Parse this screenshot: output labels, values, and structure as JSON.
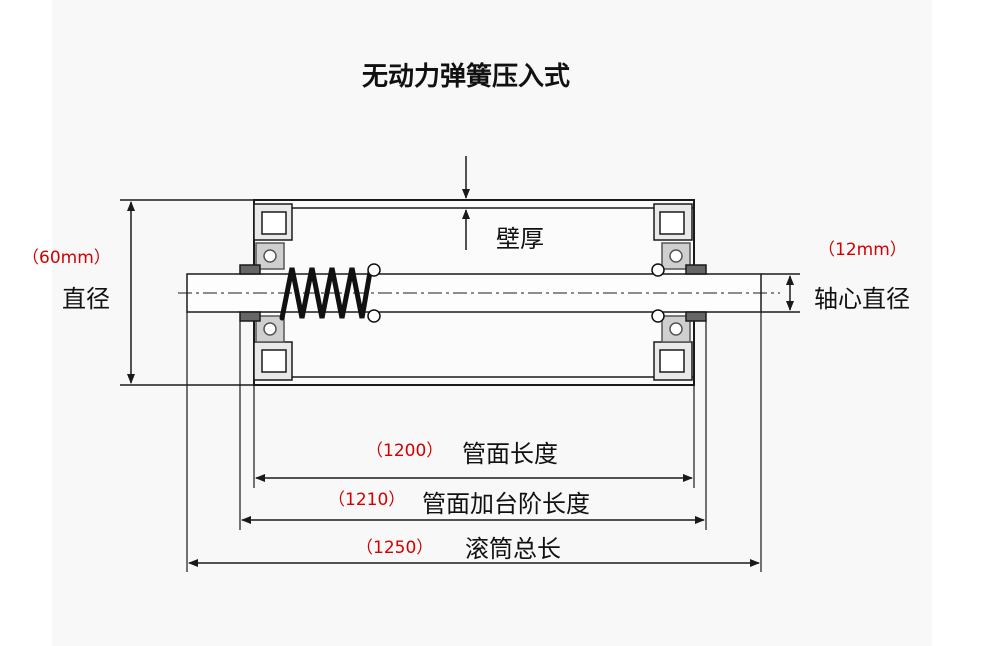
{
  "title": "无动力弹簧压入式",
  "labels": {
    "diameter": "直径",
    "diameter_value": "（60mm）",
    "wall_thickness": "壁厚",
    "shaft_diameter": "轴心直径",
    "shaft_diameter_value": "（12mm）",
    "tube_length": "管面长度",
    "tube_length_value": "（1200）",
    "tube_step_length": "管面加台阶长度",
    "tube_step_length_value": "（1210）",
    "total_length": "滚筒总长",
    "total_length_value": "（1250）"
  },
  "colors": {
    "line": "#1a1a1a",
    "annotation": "#d20000",
    "bearing": "#555555",
    "spring": "#111111"
  }
}
